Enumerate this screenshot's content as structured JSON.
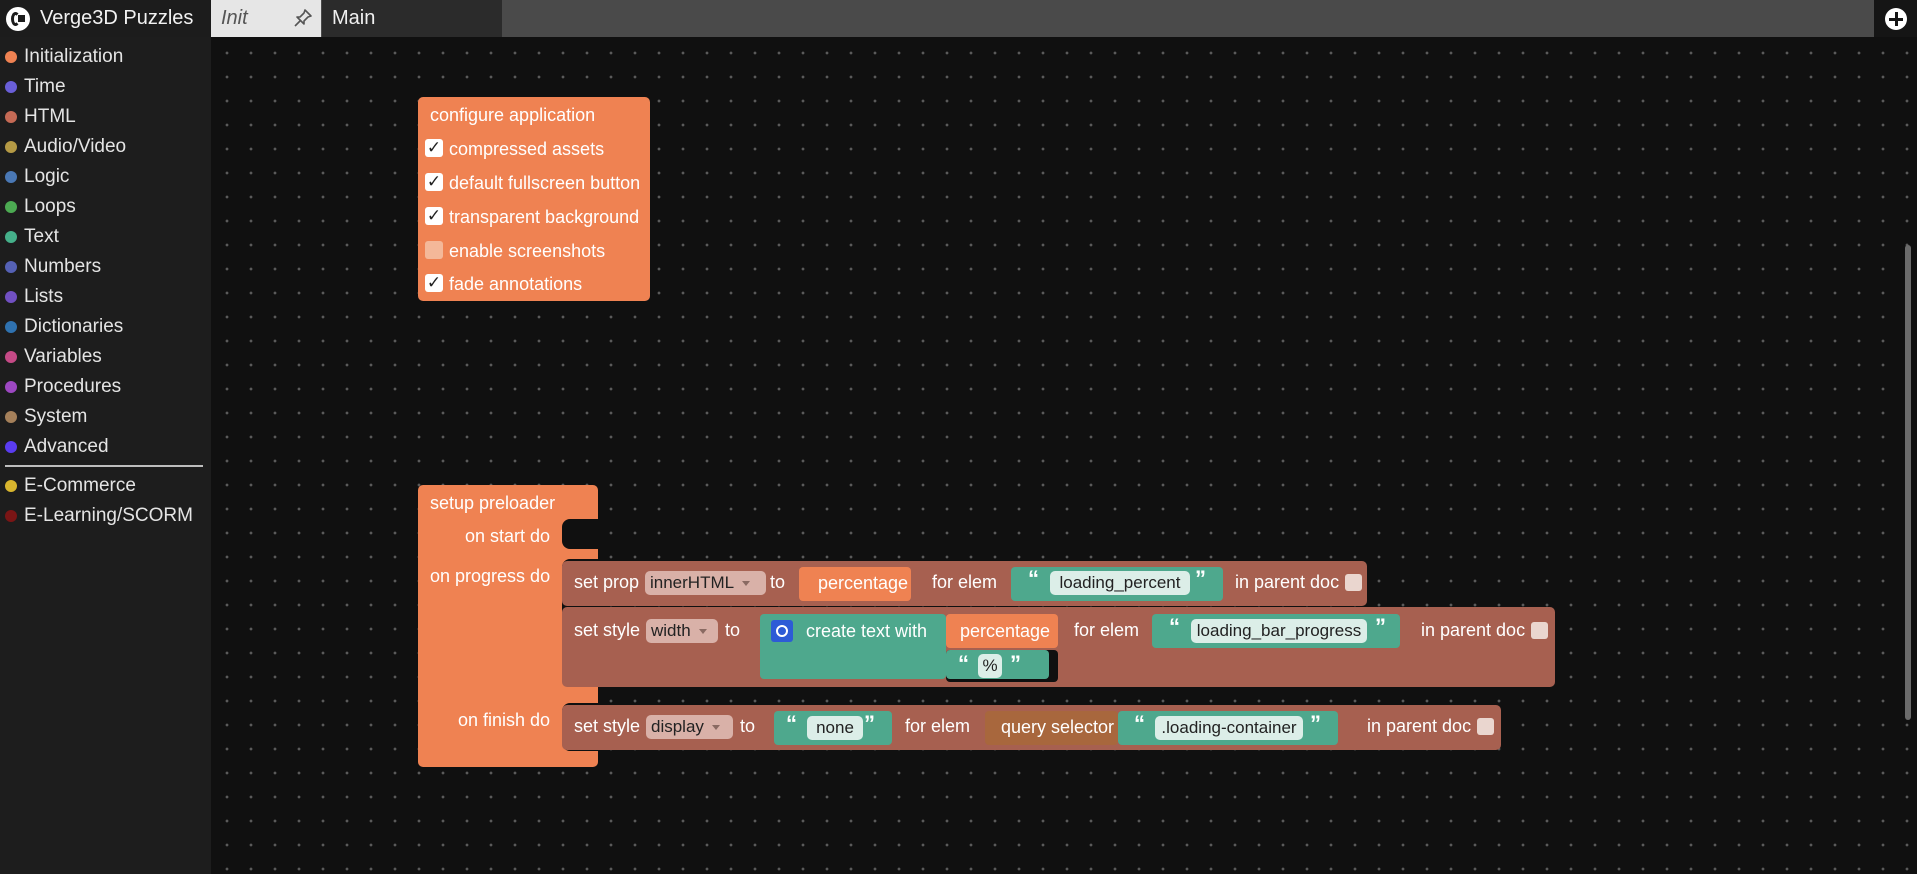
{
  "app": {
    "title": "Verge3D Puzzles"
  },
  "tabs": [
    {
      "label": "Init"
    },
    {
      "label": "Main"
    }
  ],
  "sidebar": {
    "categories": [
      {
        "label": "Initialization",
        "color": "#ef8252"
      },
      {
        "label": "Time",
        "color": "#6a5fd8"
      },
      {
        "label": "HTML",
        "color": "#c56a55"
      },
      {
        "label": "Audio/Video",
        "color": "#b59a45"
      },
      {
        "label": "Logic",
        "color": "#4a78b5"
      },
      {
        "label": "Loops",
        "color": "#4caa52"
      },
      {
        "label": "Text",
        "color": "#45b08a"
      },
      {
        "label": "Numbers",
        "color": "#5561b5"
      },
      {
        "label": "Lists",
        "color": "#7150c2"
      },
      {
        "label": "Dictionaries",
        "color": "#2f72b0"
      },
      {
        "label": "Variables",
        "color": "#c54a86"
      },
      {
        "label": "Procedures",
        "color": "#9d48c2"
      },
      {
        "label": "System",
        "color": "#a5805a"
      },
      {
        "label": "Advanced",
        "color": "#5a3cf0"
      }
    ],
    "plugins": [
      {
        "label": "E-Commerce",
        "color": "#d8b52e"
      },
      {
        "label": "E-Learning/SCORM",
        "color": "#7a1515"
      }
    ]
  },
  "blocks": {
    "configure": {
      "title": "configure application",
      "options": [
        {
          "label": "compressed assets",
          "checked": true
        },
        {
          "label": "default fullscreen button",
          "checked": true
        },
        {
          "label": "transparent background",
          "checked": true
        },
        {
          "label": "enable screenshots",
          "checked": false
        },
        {
          "label": "fade annotations",
          "checked": true
        }
      ]
    },
    "preloader": {
      "title": "setup preloader",
      "on_start": "on start do",
      "on_progress": "on progress do",
      "on_finish": "on finish do",
      "set_prop": {
        "label": "set prop",
        "prop": "innerHTML",
        "to": "to",
        "value": "percentage",
        "for_elem": "for elem",
        "elem": "loading_percent",
        "in_parent": "in parent doc"
      },
      "set_style_width": {
        "label": "set style",
        "prop": "width",
        "to": "to",
        "create_text": "create text with",
        "value": "percentage",
        "suffix": "%",
        "for_elem": "for elem",
        "elem": "loading_bar_progress",
        "in_parent": "in parent doc"
      },
      "set_style_display": {
        "label": "set style",
        "prop": "display",
        "to": "to",
        "value": "none",
        "for_elem": "for elem",
        "query": "query selector",
        "selector": ".loading-container",
        "in_parent": "in parent doc"
      }
    }
  }
}
